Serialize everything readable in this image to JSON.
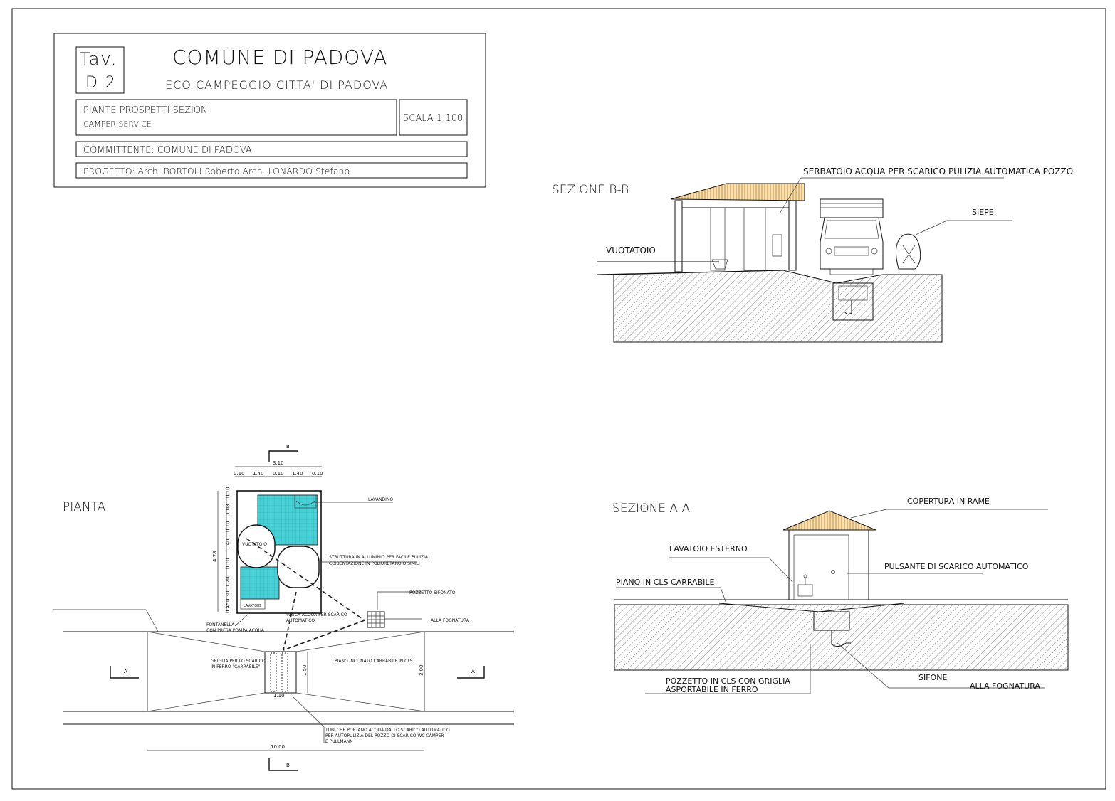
{
  "title_block": {
    "tav_label": "Tav.",
    "tav_number": "D 2",
    "municipality": "COMUNE DI PADOVA",
    "project_name": "ECO CAMPEGGIO CITTA' DI PADOVA",
    "drawing_title": "PIANTE PROSPETTI SEZIONI",
    "drawing_subtitle": "CAMPER SERVICE",
    "scale": "SCALA 1:100",
    "client": "COMMITTENTE:  COMUNE DI PADOVA",
    "designer": "PROGETTO: Arch. BORTOLI Roberto Arch. LONARDO Stefano"
  },
  "section_bb": {
    "title": "SEZIONE  B-B",
    "labels": {
      "tank": "SERBATOIO ACQUA PER SCARICO   PULIZIA AUTOMATICA POZZO",
      "hedge": "SIEPE",
      "drain": "VUOTATOIO"
    }
  },
  "section_aa": {
    "title": "SEZIONE   A-A",
    "labels": {
      "roof": "COPERTURA IN RAME",
      "wash": "LAVATOIO ESTERNO",
      "button": "PULSANTE DI SCARICO AUTOMATICO",
      "floor": "PIANO IN CLS CARRABILE",
      "well": "POZZETTO IN CLS CON GRIGLIA",
      "well2": "ASPORTABILE IN FERRO",
      "siphon": "SIFONE",
      "sewer": "ALLA FOGNATURA"
    }
  },
  "plan": {
    "title": "PIANTA",
    "section_marks": {
      "a": "A",
      "b": "B"
    },
    "dims": {
      "top_total": "3.10",
      "top_parts": [
        "0.10",
        "1.40",
        "0.10",
        "1.40",
        "0.10"
      ],
      "left_total": "4.78",
      "left_parts": [
        "0.10",
        "1.08",
        "0.10",
        "1.40",
        "0.10",
        "1.20",
        "0.30",
        "0.45"
      ],
      "bottom_total": "10.00",
      "right_total": "3.00",
      "grate_depth": "1.50",
      "grate_width": "1.10"
    },
    "labels": {
      "sink": "LAVANDINO",
      "structure1": "STRUTTURA IN ALLUMINIO PER FACILE PULIZIA",
      "structure2": "COIBENTAZIONE IN POLIURETANO O SIMILI",
      "drain_plan": "VUOTATOIO",
      "siphon_well": "POZZETTO SIFONATO",
      "sewer": "ALLA FOGNATURA",
      "tank1": "VASCA ACQUA PER SCARICO",
      "tank2": "AUTOMATICO",
      "fountain1": "FONTANELLA",
      "fountain2": "CON PRESA POMPA ACQUA",
      "grate1": "GRIGLIA PER LO SCARICO",
      "grate2": "IN FERRO \"CARRABILE\"",
      "ramp": "PIANO INCLINATO CARRABILE IN CLS",
      "pipes1": "TUBI CHE PORTANO ACQUA DALLO SCARICO AUTOMATICO",
      "pipes2": "PER AUTOPULIZIA DEL POZZO DI SCARICO WC CAMPER",
      "pipes3": "E PULLMANN",
      "wc": "LAVATOIO"
    }
  },
  "colors": {
    "line": "#111111",
    "tile": "#49d0d6",
    "roof": "#f4c97c",
    "hatch": "#555555"
  }
}
